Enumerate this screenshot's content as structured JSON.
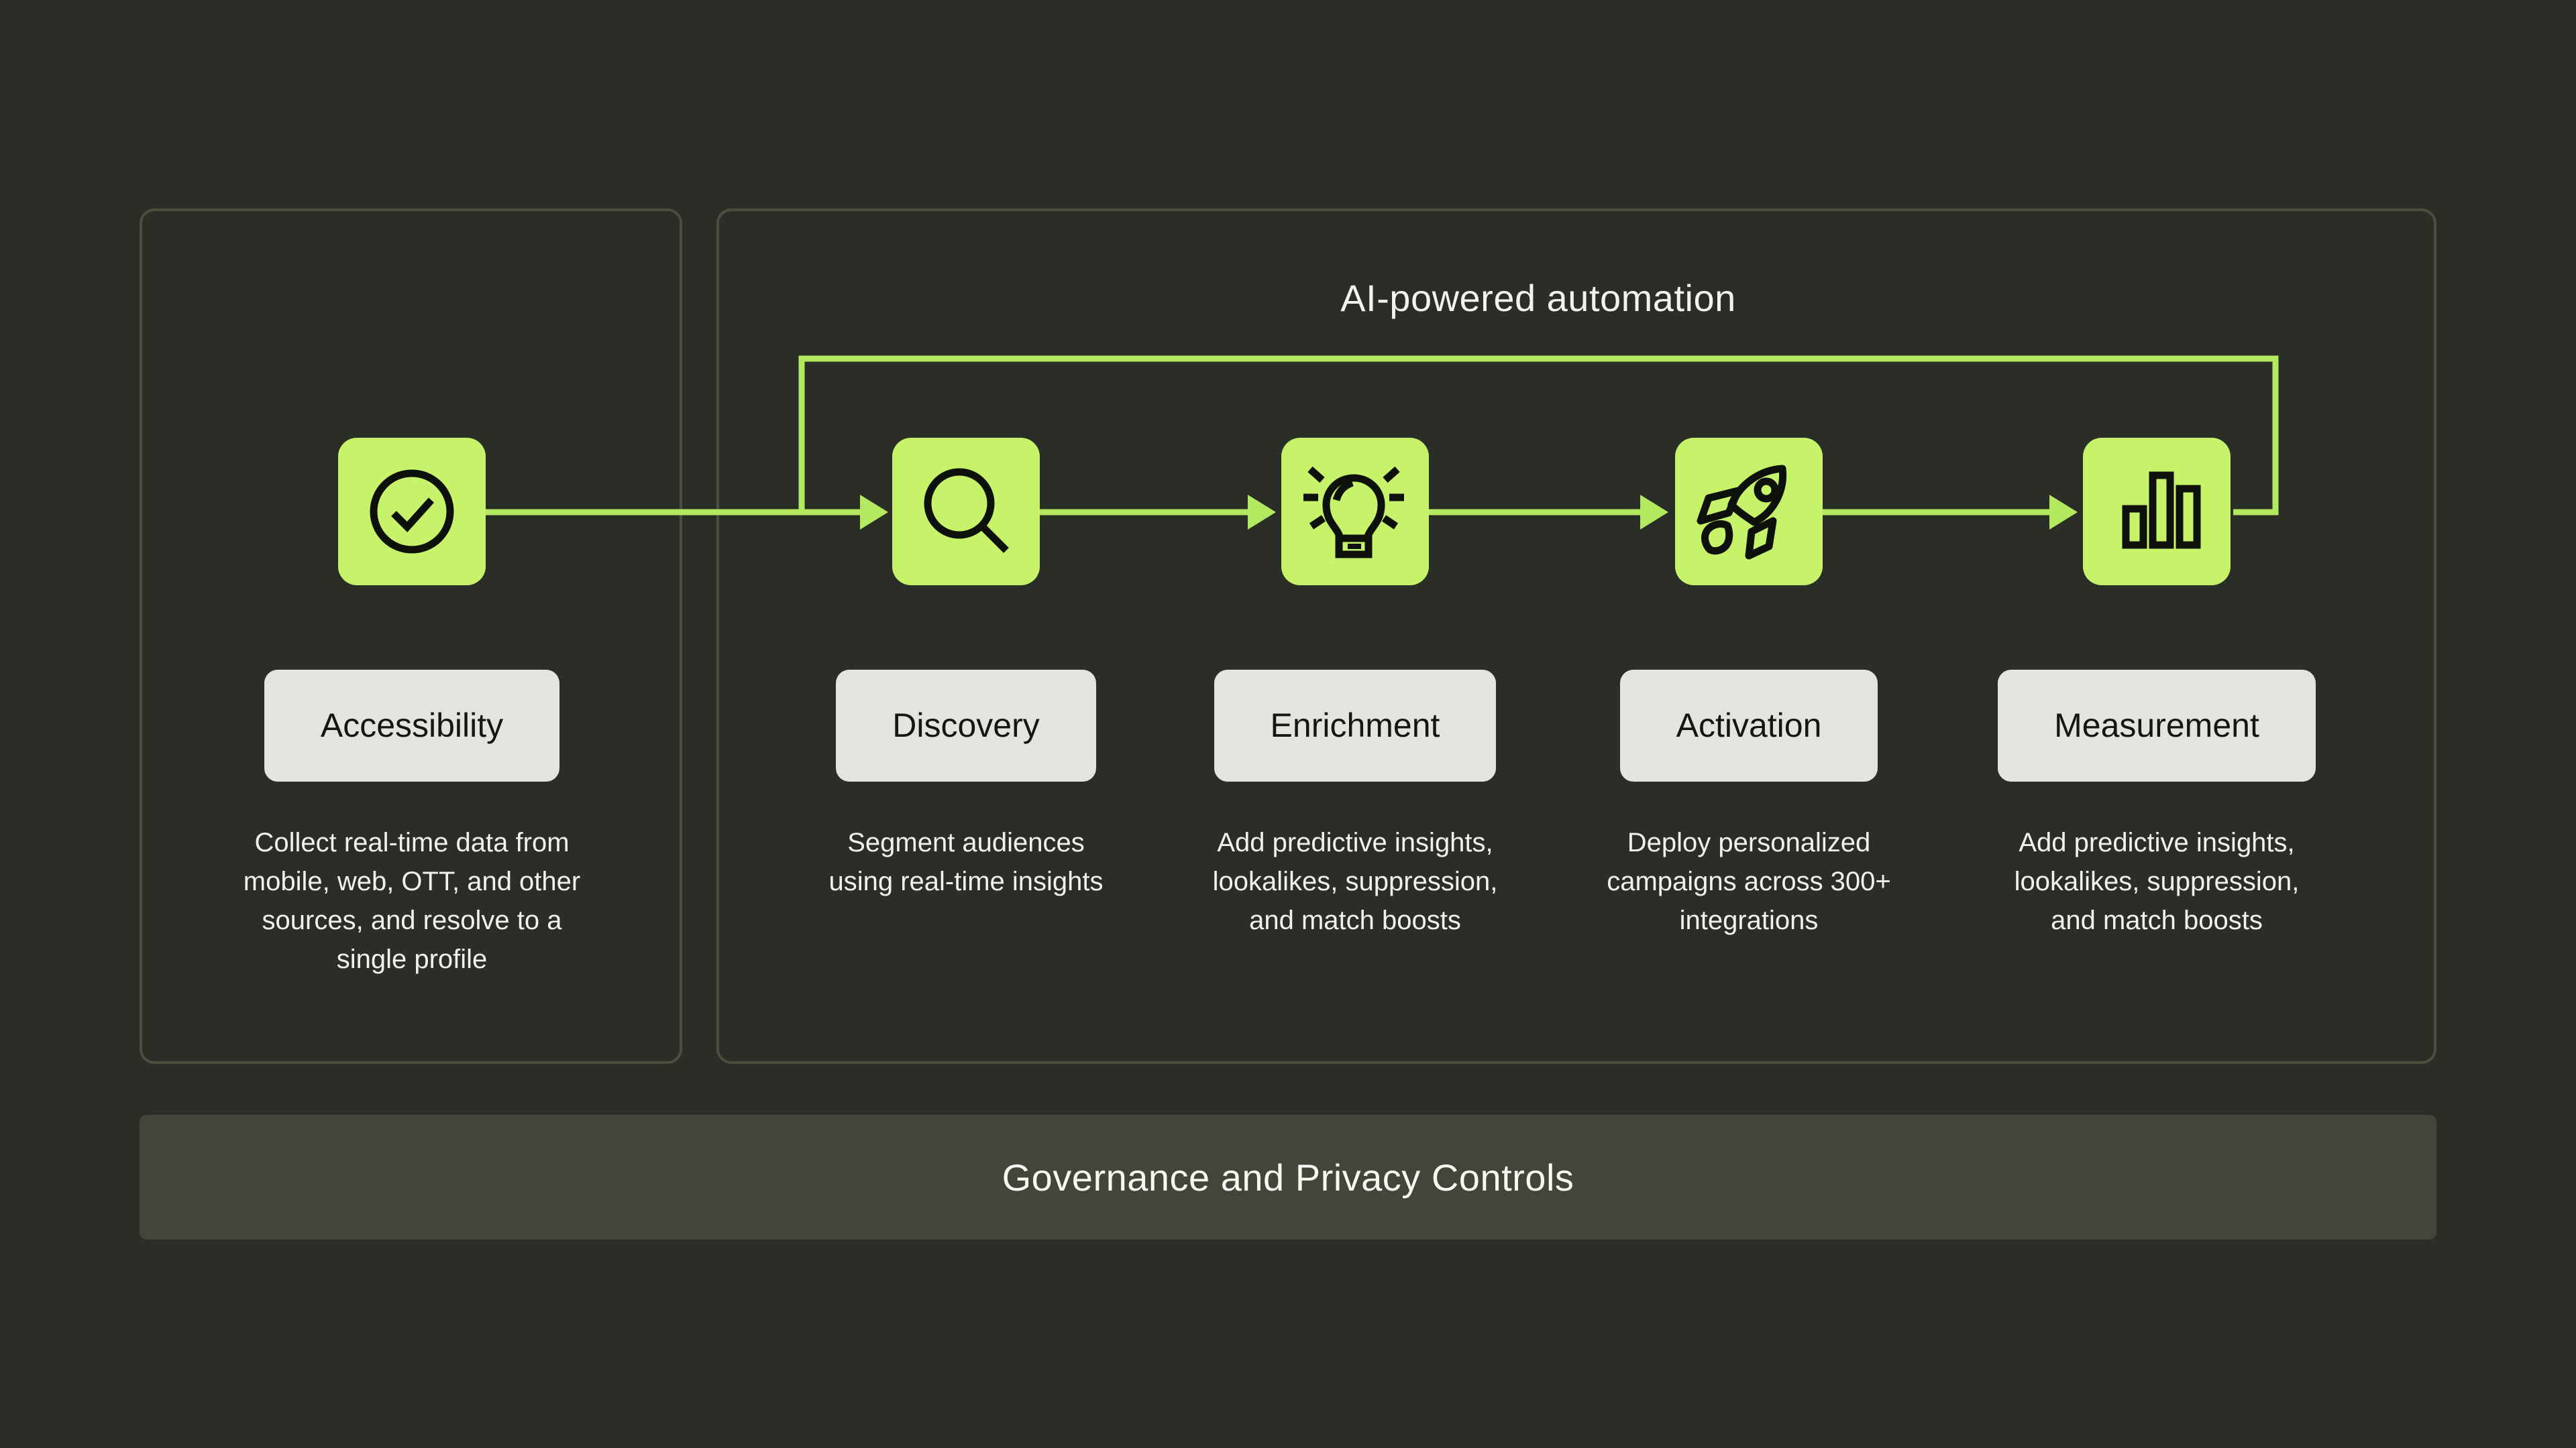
{
  "colors": {
    "background": "#2b2d27",
    "panel_border": "#4a4f40",
    "tile_green": "#c6f36a",
    "line_green": "#b2e95e",
    "pill_background": "#e3e4de",
    "pill_text": "#15170f",
    "light_text": "#f1f2ec",
    "governance_bar": "#42453a"
  },
  "automation": {
    "label": "AI-powered automation"
  },
  "governance": {
    "label": "Governance and Privacy Controls"
  },
  "stages": [
    {
      "id": "accessibility",
      "icon": "check-circle-icon",
      "label": "Accessibility",
      "description": "Collect real-time data from\nmobile, web, OTT, and other\nsources, and resolve to a\nsingle profile"
    },
    {
      "id": "discovery",
      "icon": "search-icon",
      "label": "Discovery",
      "description": "Segment audiences\nusing real-time insights"
    },
    {
      "id": "enrichment",
      "icon": "lightbulb-icon",
      "label": "Enrichment",
      "description": "Add predictive insights,\nlookalikes, suppression,\nand match boosts"
    },
    {
      "id": "activation",
      "icon": "rocket-icon",
      "label": "Activation",
      "description": "Deploy personalized\ncampaigns across 300+\nintegrations"
    },
    {
      "id": "measurement",
      "icon": "bar-chart-icon",
      "label": "Measurement",
      "description": "Add predictive insights,\nlookalikes, suppression,\nand match boosts"
    }
  ]
}
